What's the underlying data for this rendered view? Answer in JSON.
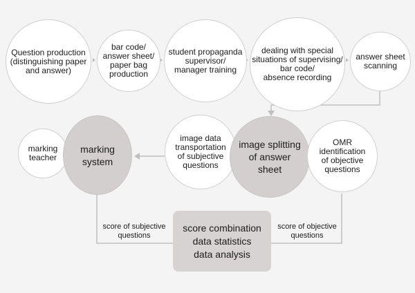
{
  "top_row": [
    {
      "id": "n1",
      "text": "Question production\n(distinguishing paper\nand answer)"
    },
    {
      "id": "n2",
      "text": "bar code/\nanswer sheet/\npaper bag\nproduction"
    },
    {
      "id": "n3",
      "text": "student propaganda\nsupervisor/\nmanager training"
    },
    {
      "id": "n4",
      "text": "dealing with special\nsituations of supervising/\nbar code/\nabsence recording"
    },
    {
      "id": "n5",
      "text": "answer sheet\nscanning"
    }
  ],
  "middle_row": {
    "marking_teacher": "marking\nteacher",
    "marking_system": "marking\nsystem",
    "image_transport": "image data\ntransportation\nof subjective\nquestions",
    "image_split": "image splitting\nof answer\nsheet",
    "omr": "OMR\nidentification\nof objective\nquestions"
  },
  "bottom": {
    "score_box": "score combination\ndata statistics\ndata analysis",
    "left_label": "score of subjective\nquestions",
    "right_label": "score of objective\nquestions"
  },
  "colors": {
    "line": "#bfbfbf",
    "dark_node": "#d3cfcf",
    "box": "#d7d3d3"
  }
}
